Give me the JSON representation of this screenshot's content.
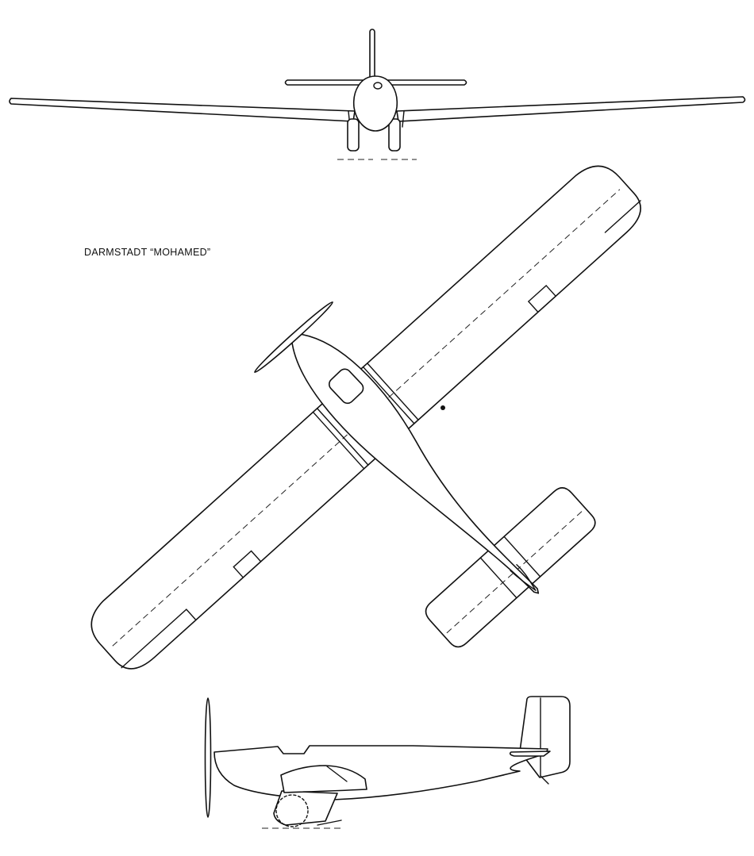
{
  "drawing": {
    "title": "DARMSTADT “MOHAMED”",
    "views": [
      "front-view",
      "plan-view",
      "side-view"
    ]
  }
}
